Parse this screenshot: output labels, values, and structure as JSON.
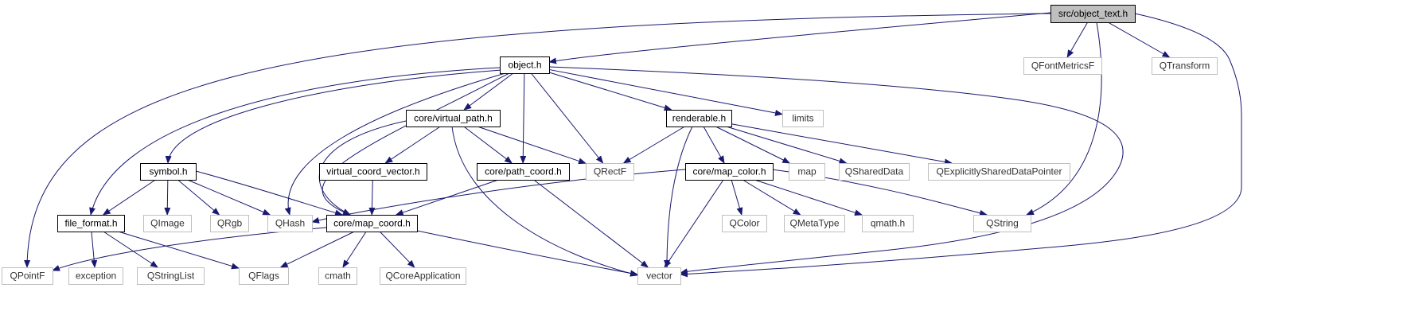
{
  "diagram": {
    "title": "src/object_text.h",
    "colors": {
      "edge": "#191970",
      "root_fill": "#bfbfbf",
      "root_border": "#000000",
      "internal_border": "#000000",
      "external_border": "#bfbfbf",
      "external_text": "#333333",
      "internal_text": "#000000",
      "background": "#ffffff"
    },
    "nodes": [
      {
        "id": "root",
        "label": "src/object_text.h",
        "kind": "root"
      },
      {
        "id": "object_h",
        "label": "object.h",
        "kind": "internal"
      },
      {
        "id": "qfontmetricsf",
        "label": "QFontMetricsF",
        "kind": "external"
      },
      {
        "id": "qtransform",
        "label": "QTransform",
        "kind": "external"
      },
      {
        "id": "virtual_path_h",
        "label": "core/virtual_path.h",
        "kind": "internal"
      },
      {
        "id": "renderable_h",
        "label": "renderable.h",
        "kind": "internal"
      },
      {
        "id": "limits",
        "label": "limits",
        "kind": "external"
      },
      {
        "id": "symbol_h",
        "label": "symbol.h",
        "kind": "internal"
      },
      {
        "id": "virtual_coord_vector_h",
        "label": "virtual_coord_vector.h",
        "kind": "internal"
      },
      {
        "id": "path_coord_h",
        "label": "core/path_coord.h",
        "kind": "internal"
      },
      {
        "id": "qrectf",
        "label": "QRectF",
        "kind": "external"
      },
      {
        "id": "map_color_h",
        "label": "core/map_color.h",
        "kind": "internal"
      },
      {
        "id": "map",
        "label": "map",
        "kind": "external"
      },
      {
        "id": "qshareddata",
        "label": "QSharedData",
        "kind": "external"
      },
      {
        "id": "qexplicitly",
        "label": "QExplicitlySharedDataPointer",
        "kind": "external"
      },
      {
        "id": "file_format_h",
        "label": "file_format.h",
        "kind": "internal"
      },
      {
        "id": "qimage",
        "label": "QImage",
        "kind": "external"
      },
      {
        "id": "qrgb",
        "label": "QRgb",
        "kind": "external"
      },
      {
        "id": "qhash",
        "label": "QHash",
        "kind": "external"
      },
      {
        "id": "map_coord_h",
        "label": "core/map_coord.h",
        "kind": "internal"
      },
      {
        "id": "qcolor",
        "label": "QColor",
        "kind": "external"
      },
      {
        "id": "qmetatype",
        "label": "QMetaType",
        "kind": "external"
      },
      {
        "id": "qmath_h",
        "label": "qmath.h",
        "kind": "external"
      },
      {
        "id": "qstring",
        "label": "QString",
        "kind": "external"
      },
      {
        "id": "qpointf",
        "label": "QPointF",
        "kind": "external"
      },
      {
        "id": "exception",
        "label": "exception",
        "kind": "external"
      },
      {
        "id": "qstringlist",
        "label": "QStringList",
        "kind": "external"
      },
      {
        "id": "qflags",
        "label": "QFlags",
        "kind": "external"
      },
      {
        "id": "cmath",
        "label": "cmath",
        "kind": "external"
      },
      {
        "id": "qcoreapplication",
        "label": "QCoreApplication",
        "kind": "external"
      },
      {
        "id": "vector",
        "label": "vector",
        "kind": "external"
      }
    ],
    "edges": [
      {
        "from": "root",
        "to": "object_h"
      },
      {
        "from": "root",
        "to": "qfontmetricsf"
      },
      {
        "from": "root",
        "to": "qtransform"
      },
      {
        "from": "root",
        "to": "qpointf"
      },
      {
        "from": "root",
        "to": "qstring"
      },
      {
        "from": "root",
        "to": "vector"
      },
      {
        "from": "object_h",
        "to": "virtual_path_h"
      },
      {
        "from": "object_h",
        "to": "path_coord_h"
      },
      {
        "from": "object_h",
        "to": "qrectf"
      },
      {
        "from": "object_h",
        "to": "renderable_h"
      },
      {
        "from": "object_h",
        "to": "limits"
      },
      {
        "from": "object_h",
        "to": "symbol_h"
      },
      {
        "from": "object_h",
        "to": "file_format_h"
      },
      {
        "from": "object_h",
        "to": "qhash"
      },
      {
        "from": "object_h",
        "to": "map_coord_h"
      },
      {
        "from": "object_h",
        "to": "vector"
      },
      {
        "from": "virtual_path_h",
        "to": "virtual_coord_vector_h"
      },
      {
        "from": "virtual_path_h",
        "to": "path_coord_h"
      },
      {
        "from": "virtual_path_h",
        "to": "qrectf"
      },
      {
        "from": "virtual_path_h",
        "to": "map_coord_h"
      },
      {
        "from": "virtual_path_h",
        "to": "vector"
      },
      {
        "from": "renderable_h",
        "to": "qrectf"
      },
      {
        "from": "renderable_h",
        "to": "map_color_h"
      },
      {
        "from": "renderable_h",
        "to": "map"
      },
      {
        "from": "renderable_h",
        "to": "qshareddata"
      },
      {
        "from": "renderable_h",
        "to": "qexplicitly"
      },
      {
        "from": "renderable_h",
        "to": "vector"
      },
      {
        "from": "symbol_h",
        "to": "file_format_h"
      },
      {
        "from": "symbol_h",
        "to": "qimage"
      },
      {
        "from": "symbol_h",
        "to": "qrgb"
      },
      {
        "from": "symbol_h",
        "to": "qhash"
      },
      {
        "from": "symbol_h",
        "to": "map_coord_h"
      },
      {
        "from": "virtual_coord_vector_h",
        "to": "map_coord_h"
      },
      {
        "from": "path_coord_h",
        "to": "map_coord_h"
      },
      {
        "from": "path_coord_h",
        "to": "vector"
      },
      {
        "from": "map_color_h",
        "to": "qhash"
      },
      {
        "from": "map_color_h",
        "to": "qcolor"
      },
      {
        "from": "map_color_h",
        "to": "qmetatype"
      },
      {
        "from": "map_color_h",
        "to": "qmath_h"
      },
      {
        "from": "map_color_h",
        "to": "qstring"
      },
      {
        "from": "map_color_h",
        "to": "vector"
      },
      {
        "from": "file_format_h",
        "to": "exception"
      },
      {
        "from": "file_format_h",
        "to": "qstringlist"
      },
      {
        "from": "file_format_h",
        "to": "qflags"
      },
      {
        "from": "map_coord_h",
        "to": "qpointf"
      },
      {
        "from": "map_coord_h",
        "to": "qflags"
      },
      {
        "from": "map_coord_h",
        "to": "cmath"
      },
      {
        "from": "map_coord_h",
        "to": "qcoreapplication"
      },
      {
        "from": "map_coord_h",
        "to": "vector"
      }
    ]
  }
}
